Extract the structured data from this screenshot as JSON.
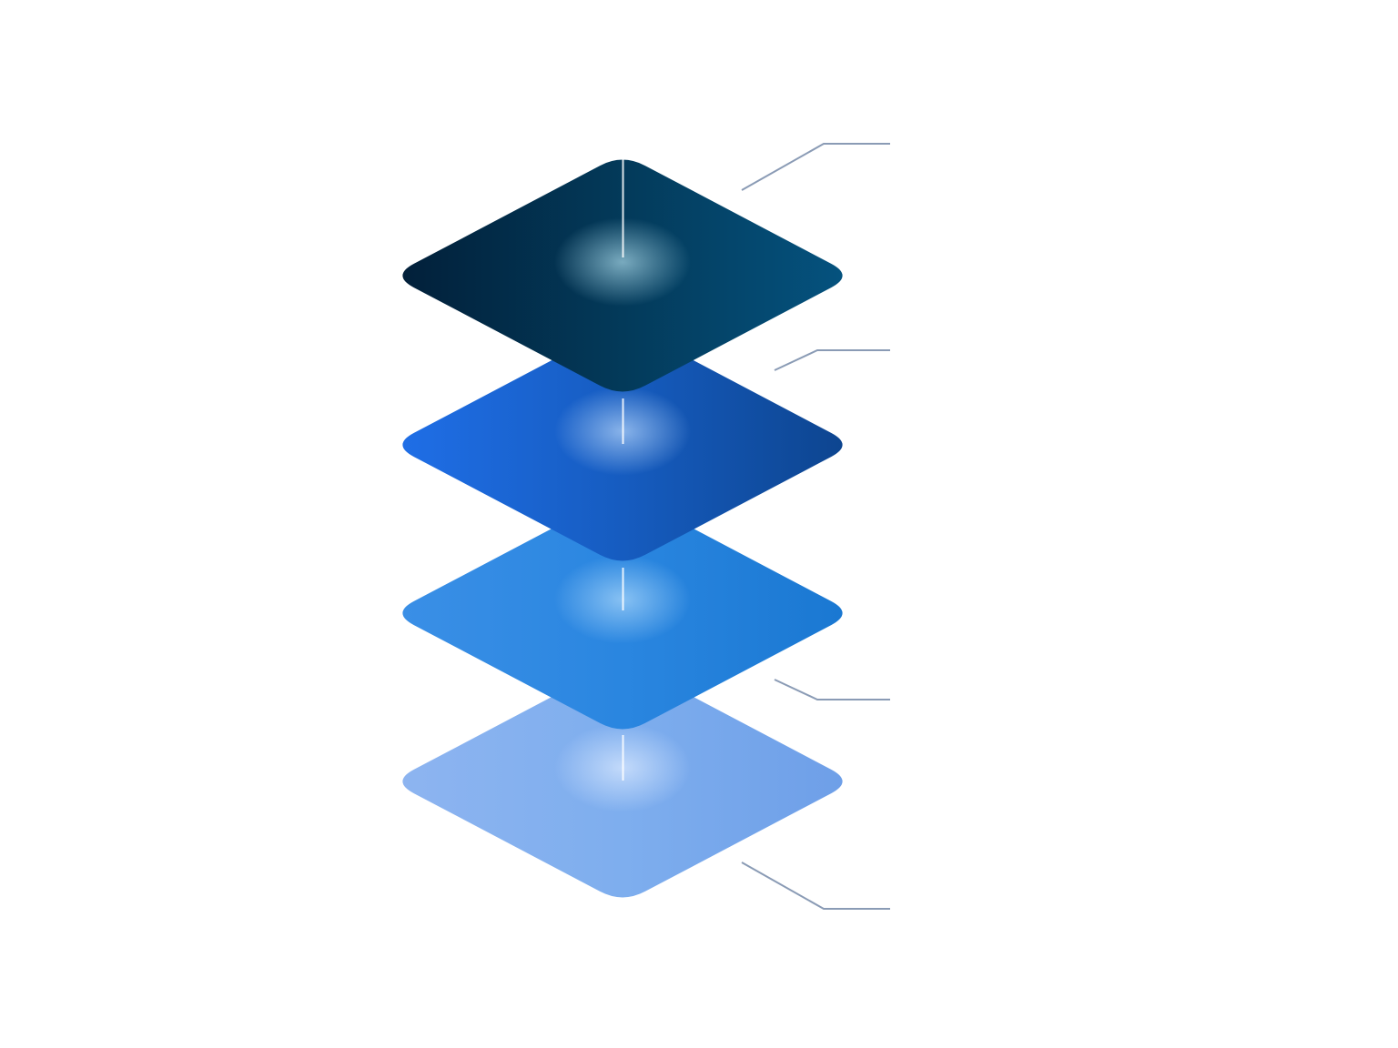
{
  "diagram": {
    "type": "stacked-layers",
    "layers": [
      {
        "id": "layer-1",
        "colors": [
          "#02203a",
          "#033a5a",
          "#05527e"
        ],
        "glow": "#7fb0c4"
      },
      {
        "id": "layer-2",
        "colors": [
          "#1f6ee6",
          "#165cc0",
          "#0d4590"
        ],
        "glow": "#8fb8ec"
      },
      {
        "id": "layer-3",
        "colors": [
          "#3a8fe6",
          "#2a86e0",
          "#1a78d2"
        ],
        "glow": "#8cc4f4"
      },
      {
        "id": "layer-4",
        "colors": [
          "#8db4f0",
          "#7eaeee",
          "#6e9fe8"
        ],
        "glow": "#c6dcfb"
      }
    ],
    "callout_color": "#8a9bb5",
    "axis_color": "#ffffff"
  }
}
